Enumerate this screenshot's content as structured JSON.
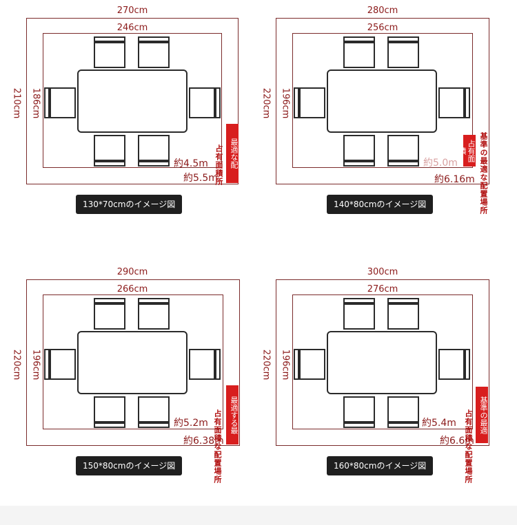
{
  "layouts": [
    {
      "outer_width": "270cm",
      "inner_width": "246cm",
      "outer_height": "210cm",
      "inner_height": "186cm",
      "area_table": "約4.5m",
      "area_room": "約5.5m",
      "tag_red": "最適な配",
      "tag_text": "占有面積所",
      "caption": "130*70cmのイメージ図"
    },
    {
      "outer_width": "280cm",
      "inner_width": "256cm",
      "outer_height": "220cm",
      "inner_height": "196cm",
      "area_table": "約5.0m",
      "area_room": "約6.16m",
      "tag_red": "占有面積",
      "tag_text": "基準の最適な配置場所",
      "caption": "140*80cmのイメージ図"
    },
    {
      "outer_width": "290cm",
      "inner_width": "266cm",
      "outer_height": "220cm",
      "inner_height": "196cm",
      "area_table": "約5.2m",
      "area_room": "約6.38m",
      "tag_red": "最適する最",
      "tag_text": "占有面積な配置場所",
      "caption": "150*80cmのイメージ図"
    },
    {
      "outer_width": "300cm",
      "inner_width": "276cm",
      "outer_height": "220cm",
      "inner_height": "196cm",
      "area_table": "約5.4m",
      "area_room": "約6.6m",
      "tag_red": "基準の最適",
      "tag_text": "占有面積な配置場所",
      "caption": "160*80cmのイメージ図"
    }
  ]
}
